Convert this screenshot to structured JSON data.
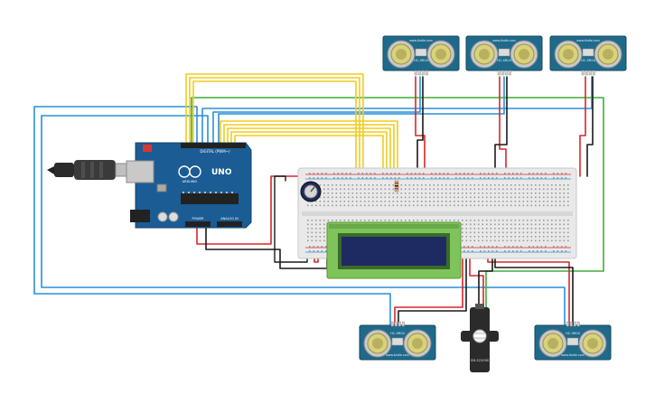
{
  "arduino": {
    "brand_text": "UNO",
    "maker_text": "ARDUINO",
    "digital_label": "DIGITAL (PWM~)",
    "power_label": "POWER",
    "analog_label": "ANALOG IN"
  },
  "sensor_labels": {
    "brand": "www.tindie.com",
    "model": "HC-SR04"
  },
  "servo": {
    "model_label": "SM-S2309S"
  },
  "colors": {
    "wire_red": "#d8262b",
    "wire_black": "#1a1a1a",
    "wire_yellow": "#f2cb1d",
    "wire_blue": "#2a8fd6",
    "wire_green": "#3fae3a",
    "board_blue": "#1b5c94",
    "sensor_teal": "#1f6a8a",
    "lcd_green": "#7ec45a",
    "lcd_screen": "#1e2b63",
    "breadboard": "#e9e9e9"
  }
}
